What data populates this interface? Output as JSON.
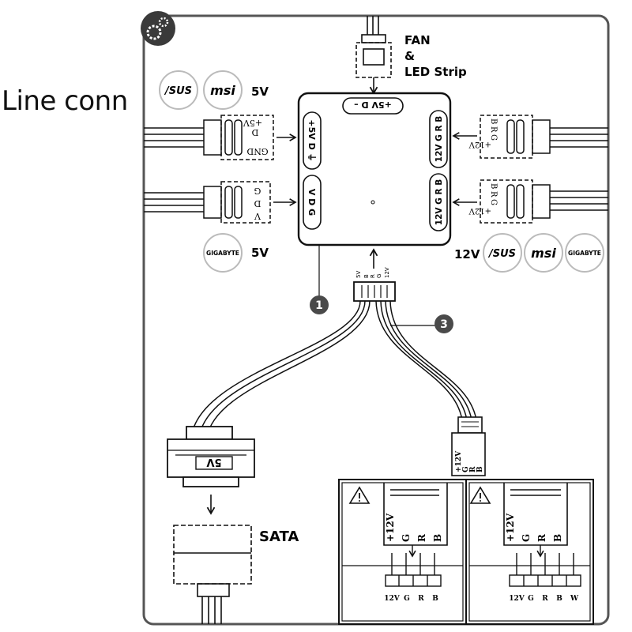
{
  "caption": "Line conn",
  "fan_label": "FAN",
  "fan_amp": "&",
  "led_label": "LED Strip",
  "hub": {
    "top_port": "+5V D –",
    "left_top_port": "+5V D ⏚",
    "left_bottom_port": "V D G",
    "right_top_port": "12V G R B",
    "right_bottom_port": "12V G R B",
    "bottom_port_pins": [
      "5V",
      "B",
      "R",
      "G",
      "12V"
    ]
  },
  "voltage_5v_top": "5V",
  "voltage_5v_bottom": "5V",
  "voltage_12v": "12V",
  "brands": {
    "asus": "/SUS",
    "msi": "msi",
    "gigabyte": "GIGABYTE"
  },
  "left_connector_top_pins": [
    "+5V",
    "D",
    "GND"
  ],
  "left_connector_bottom_pins": [
    "G",
    "D",
    "V"
  ],
  "right_connector_top_pins": [
    "+12V",
    "G",
    "R",
    "B"
  ],
  "right_connector_bottom_pins": [
    "+12V",
    "G",
    "R",
    "B"
  ],
  "callouts": [
    "1",
    "3"
  ],
  "sata_connector_label": "5V",
  "sata_label": "SATA",
  "rgb_plug_pins": [
    "+12V",
    "G",
    "R",
    "B"
  ],
  "warning_panels": [
    {
      "vertical_pins": [
        "+12V",
        "G",
        "R",
        "B"
      ],
      "header_pins": [
        "12V",
        "G",
        "R",
        "B"
      ]
    },
    {
      "vertical_pins": [
        "+12V",
        "G",
        "R",
        "B"
      ],
      "header_pins": [
        "12V",
        "G",
        "R",
        "B",
        "W"
      ]
    }
  ],
  "colors": {
    "line": "#111111",
    "frame": "#555555",
    "callout_fill": "#4a4a4a",
    "brand_ring": "#bbbbbb"
  }
}
